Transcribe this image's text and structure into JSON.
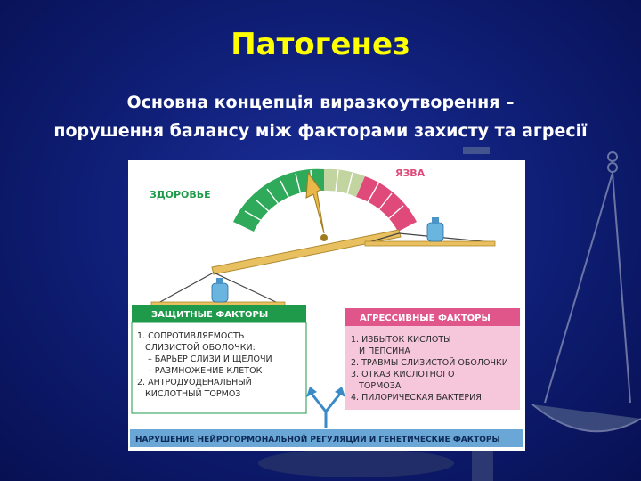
{
  "slide": {
    "title": "Патогенез",
    "subtitle_line1": "Основна концепція виразкоутворення –",
    "subtitle_line2": "порушення балансу між факторами захисту та агресії"
  },
  "diagram": {
    "gauge_left_label": "ЗДОРОВЬЕ",
    "gauge_right_label": "ЯЗВА",
    "protective": {
      "header": "ЗАЩИТНЫЕ ФАКТОРЫ",
      "lines": [
        "1. СОПРОТИВЛЯЕМОСТЬ",
        "   СЛИЗИСТОЙ ОБОЛОЧКИ:",
        "– БАРЬЕР СЛИЗИ И ЩЕЛОЧИ",
        "– РАЗМНОЖЕНИЕ КЛЕТОК",
        "2. АНТРОДУОДЕНАЛЬНЫЙ",
        "   КИСЛОТНЫЙ ТОРМОЗ"
      ]
    },
    "aggressive": {
      "header": "АГРЕССИВНЫЕ ФАКТОРЫ",
      "lines": [
        "1. ИЗБЫТОК КИСЛОТЫ",
        "   И ПЕПСИНА",
        "2. ТРАВМЫ СЛИЗИСТОЙ ОБОЛОЧКИ",
        "3. ОТКАЗ КИСЛОТНОГО",
        "   ТОРМОЗА",
        "4. ПИЛОРИЧЕСКАЯ БАКТЕРИЯ"
      ]
    },
    "bottom_bar": "НАРУШЕНИЕ НЕЙРОГОРМОНАЛЬНОЙ РЕГУЛЯЦИИ И ГЕНЕТИЧЕСКИЕ ФАКТОРЫ"
  },
  "colors": {
    "title": "#ffff00",
    "protective_header": "#1f9a4a",
    "aggressive_header": "#e0558a",
    "aggressive_body": "#f6c6da",
    "bottom_bar": "#6aa6d6",
    "gauge_health": "#1f9a4a",
    "gauge_ulcer": "#e04a7a"
  }
}
